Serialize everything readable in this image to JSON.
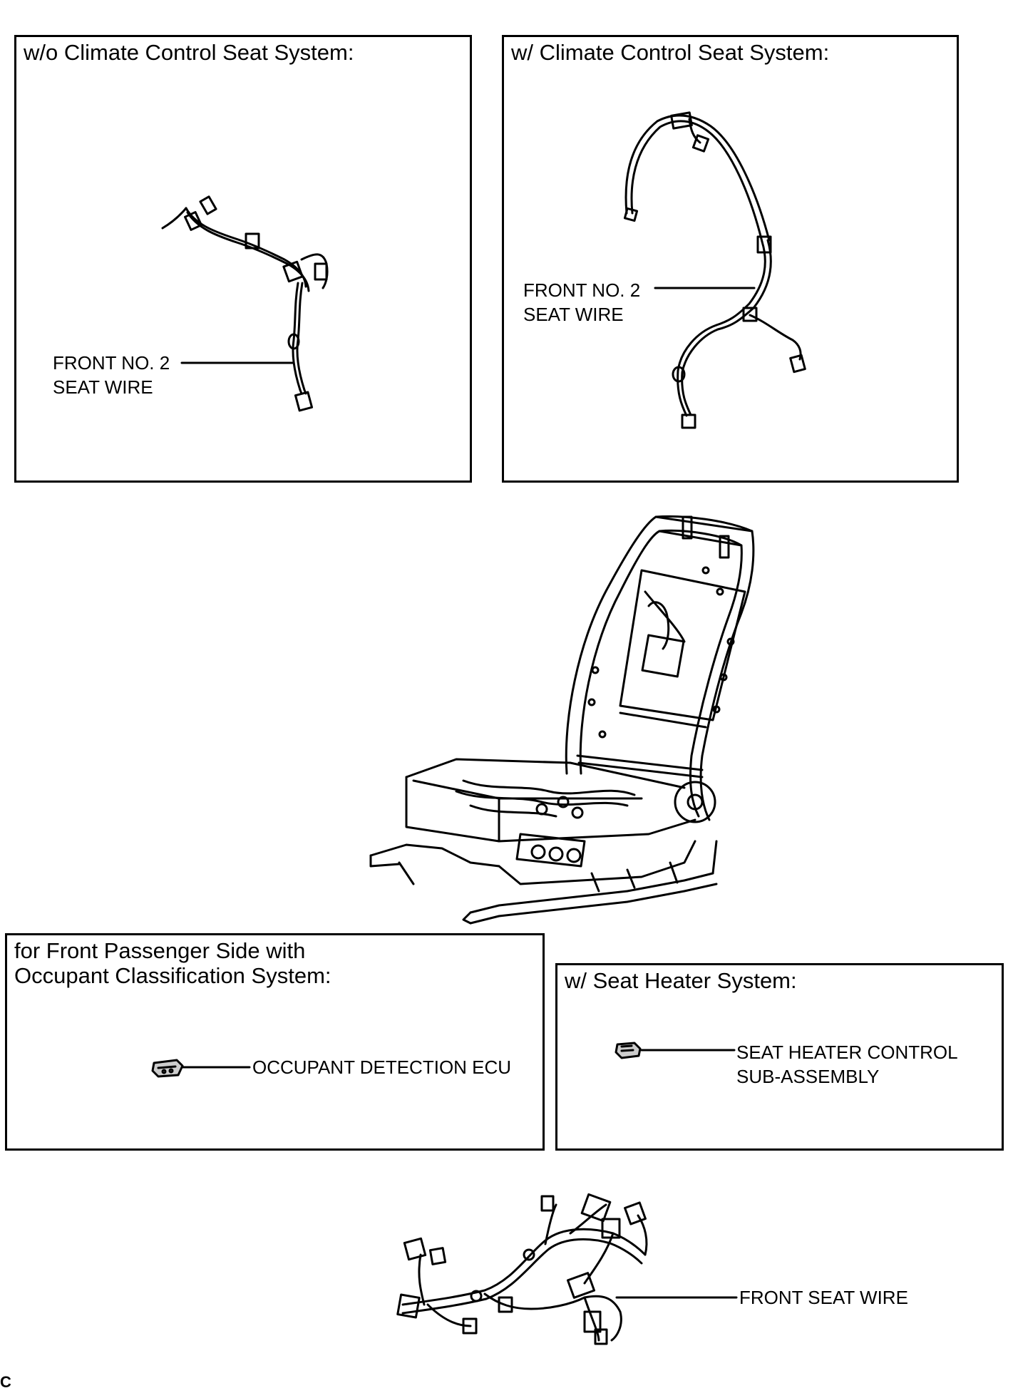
{
  "panels": {
    "without_climate": {
      "title": "w/o Climate Control Seat System:",
      "label": "FRONT NO. 2\nSEAT WIRE"
    },
    "with_climate": {
      "title": "w/ Climate Control Seat System:",
      "label": "FRONT NO. 2\nSEAT WIRE"
    },
    "occupant": {
      "title": "for Front Passenger Side with\nOccupant Classification System:",
      "label": "OCCUPANT DETECTION ECU"
    },
    "seat_heater": {
      "title": "w/ Seat Heater System:",
      "label": "SEAT HEATER CONTROL\nSUB-ASSEMBLY"
    }
  },
  "front_seat_wire_label": "FRONT SEAT WIRE",
  "footer_code": "C",
  "colors": {
    "line": "#000000",
    "background": "#ffffff"
  }
}
